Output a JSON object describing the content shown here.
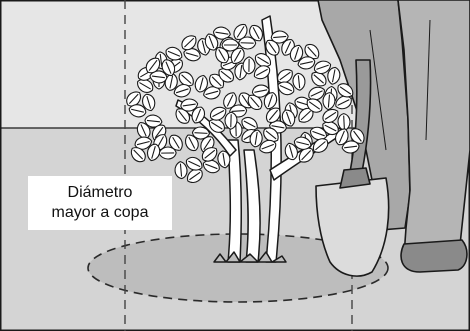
{
  "callout": {
    "line1": "Diámetro",
    "line2": "mayor a copa"
  },
  "colors": {
    "sky": "#ffffff",
    "wall": "#e6e6e6",
    "ground": "#d4d4d4",
    "hole_fill": "#bdbdbd",
    "outline": "#1a1a1a",
    "guide_dash": "#444444",
    "leaves": "#ffffff",
    "trousers": "#a8a8a8",
    "spade_blade": "#dcdcdc"
  },
  "icons": {
    "plant": "shrub-illustration",
    "person": "gardener-legs-illustration",
    "tool": "spade-illustration"
  }
}
